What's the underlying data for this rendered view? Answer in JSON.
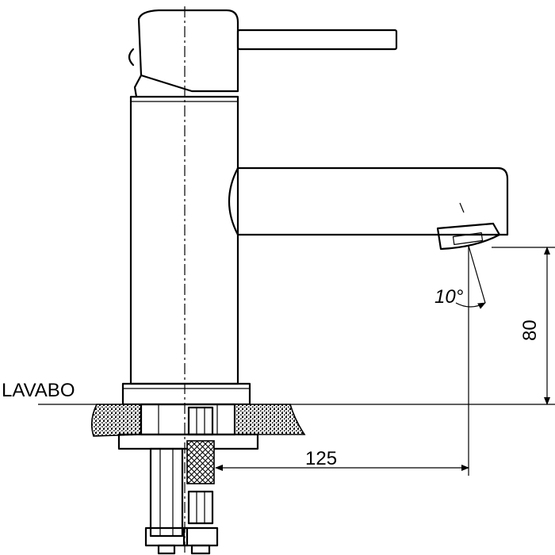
{
  "labels": {
    "surface": "LAVABO",
    "angle": "10°",
    "height": "80",
    "reach": "125"
  }
}
